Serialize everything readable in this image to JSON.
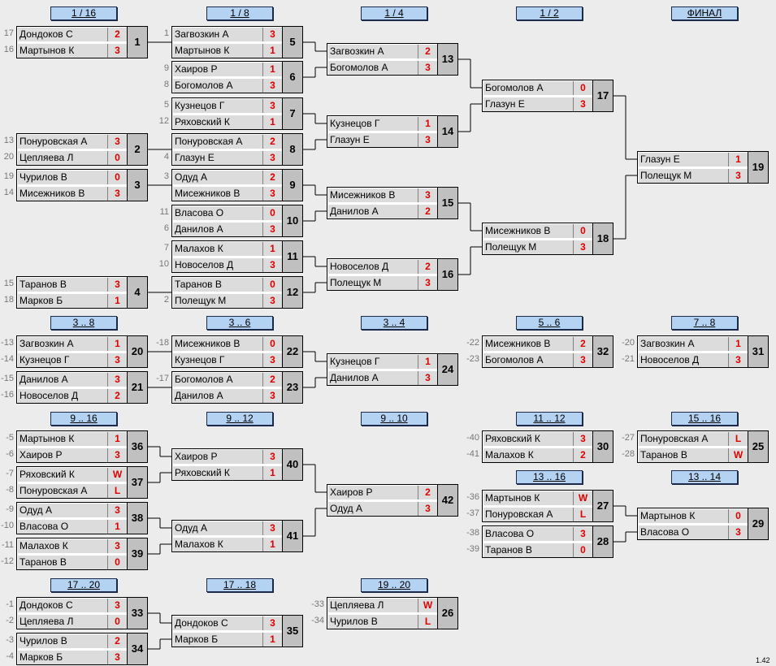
{
  "version": "1.42",
  "headers": [
    {
      "id": "h-1-16",
      "text": "1 / 16"
    },
    {
      "id": "h-1-8",
      "text": "1 / 8"
    },
    {
      "id": "h-1-4",
      "text": "1 / 4"
    },
    {
      "id": "h-1-2",
      "text": "1 / 2"
    },
    {
      "id": "h-final",
      "text": "ФИНАЛ"
    },
    {
      "id": "h-3-8",
      "text": "3 .. 8"
    },
    {
      "id": "h-3-6",
      "text": "3 .. 6"
    },
    {
      "id": "h-3-4",
      "text": "3 .. 4"
    },
    {
      "id": "h-5-6",
      "text": "5 .. 6"
    },
    {
      "id": "h-7-8",
      "text": "7 .. 8"
    },
    {
      "id": "h-9-16",
      "text": "9 .. 16"
    },
    {
      "id": "h-9-12",
      "text": "9 .. 12"
    },
    {
      "id": "h-9-10",
      "text": "9 .. 10"
    },
    {
      "id": "h-11-12",
      "text": "11 .. 12"
    },
    {
      "id": "h-15-16",
      "text": "15 .. 16"
    },
    {
      "id": "h-13-16",
      "text": "13 .. 16"
    },
    {
      "id": "h-13-14",
      "text": "13 .. 14"
    },
    {
      "id": "h-17-20",
      "text": "17 .. 20"
    },
    {
      "id": "h-17-18",
      "text": "17 .. 18"
    },
    {
      "id": "h-19-20",
      "text": "19 .. 20"
    }
  ],
  "matches": [
    {
      "no": "1",
      "p": [
        {
          "seed": "17",
          "name": "Дондоков С",
          "score": "2"
        },
        {
          "seed": "16",
          "name": "Мартынов К",
          "score": "3"
        }
      ]
    },
    {
      "no": "2",
      "p": [
        {
          "seed": "13",
          "name": "Понуровская А",
          "score": "3"
        },
        {
          "seed": "20",
          "name": "Цепляева Л",
          "score": "0"
        }
      ]
    },
    {
      "no": "3",
      "p": [
        {
          "seed": "19",
          "name": "Чурилов В",
          "score": "0"
        },
        {
          "seed": "14",
          "name": "Мисежников В",
          "score": "3"
        }
      ]
    },
    {
      "no": "4",
      "p": [
        {
          "seed": "15",
          "name": "Таранов В",
          "score": "3"
        },
        {
          "seed": "18",
          "name": "Марков Б",
          "score": "1"
        }
      ]
    },
    {
      "no": "5",
      "p": [
        {
          "seed": "1",
          "name": "Загвозкин А",
          "score": "3"
        },
        {
          "seed": "",
          "name": "Мартынов К",
          "score": "1"
        }
      ]
    },
    {
      "no": "6",
      "p": [
        {
          "seed": "9",
          "name": "Хаиров Р",
          "score": "1"
        },
        {
          "seed": "8",
          "name": "Богомолов А",
          "score": "3"
        }
      ]
    },
    {
      "no": "7",
      "p": [
        {
          "seed": "5",
          "name": "Кузнецов Г",
          "score": "3"
        },
        {
          "seed": "12",
          "name": "Ряховский К",
          "score": "1"
        }
      ]
    },
    {
      "no": "8",
      "p": [
        {
          "seed": "",
          "name": "Понуровская А",
          "score": "2"
        },
        {
          "seed": "4",
          "name": "Глазун Е",
          "score": "3"
        }
      ]
    },
    {
      "no": "9",
      "p": [
        {
          "seed": "3",
          "name": "Одуд А",
          "score": "2"
        },
        {
          "seed": "",
          "name": "Мисежников В",
          "score": "3"
        }
      ]
    },
    {
      "no": "10",
      "p": [
        {
          "seed": "11",
          "name": "Власова О",
          "score": "0"
        },
        {
          "seed": "6",
          "name": "Данилов А",
          "score": "3"
        }
      ]
    },
    {
      "no": "11",
      "p": [
        {
          "seed": "7",
          "name": "Малахов К",
          "score": "1"
        },
        {
          "seed": "10",
          "name": "Новоселов Д",
          "score": "3"
        }
      ]
    },
    {
      "no": "12",
      "p": [
        {
          "seed": "",
          "name": "Таранов В",
          "score": "0"
        },
        {
          "seed": "2",
          "name": "Полещук М",
          "score": "3"
        }
      ]
    },
    {
      "no": "13",
      "p": [
        {
          "seed": "",
          "name": "Загвозкин А",
          "score": "2"
        },
        {
          "seed": "",
          "name": "Богомолов А",
          "score": "3"
        }
      ]
    },
    {
      "no": "14",
      "p": [
        {
          "seed": "",
          "name": "Кузнецов Г",
          "score": "1"
        },
        {
          "seed": "",
          "name": "Глазун Е",
          "score": "3"
        }
      ]
    },
    {
      "no": "15",
      "p": [
        {
          "seed": "",
          "name": "Мисежников В",
          "score": "3"
        },
        {
          "seed": "",
          "name": "Данилов А",
          "score": "2"
        }
      ]
    },
    {
      "no": "16",
      "p": [
        {
          "seed": "",
          "name": "Новоселов Д",
          "score": "2"
        },
        {
          "seed": "",
          "name": "Полещук М",
          "score": "3"
        }
      ]
    },
    {
      "no": "17",
      "p": [
        {
          "seed": "",
          "name": "Богомолов А",
          "score": "0"
        },
        {
          "seed": "",
          "name": "Глазун Е",
          "score": "3"
        }
      ]
    },
    {
      "no": "18",
      "p": [
        {
          "seed": "",
          "name": "Мисежников В",
          "score": "0"
        },
        {
          "seed": "",
          "name": "Полещук М",
          "score": "3"
        }
      ]
    },
    {
      "no": "19",
      "p": [
        {
          "seed": "",
          "name": "Глазун Е",
          "score": "1"
        },
        {
          "seed": "",
          "name": "Полещук М",
          "score": "3"
        }
      ]
    },
    {
      "no": "20",
      "p": [
        {
          "seed": "-13",
          "name": "Загвозкин А",
          "score": "1"
        },
        {
          "seed": "-14",
          "name": "Кузнецов Г",
          "score": "3"
        }
      ]
    },
    {
      "no": "21",
      "p": [
        {
          "seed": "-15",
          "name": "Данилов А",
          "score": "3"
        },
        {
          "seed": "-16",
          "name": "Новоселов Д",
          "score": "2"
        }
      ]
    },
    {
      "no": "22",
      "p": [
        {
          "seed": "-18",
          "name": "Мисежников В",
          "score": "0"
        },
        {
          "seed": "",
          "name": "Кузнецов Г",
          "score": "3"
        }
      ]
    },
    {
      "no": "23",
      "p": [
        {
          "seed": "-17",
          "name": "Богомолов А",
          "score": "2"
        },
        {
          "seed": "",
          "name": "Данилов А",
          "score": "3"
        }
      ]
    },
    {
      "no": "24",
      "p": [
        {
          "seed": "",
          "name": "Кузнецов Г",
          "score": "1"
        },
        {
          "seed": "",
          "name": "Данилов А",
          "score": "3"
        }
      ]
    },
    {
      "no": "32",
      "p": [
        {
          "seed": "-22",
          "name": "Мисежников В",
          "score": "2"
        },
        {
          "seed": "-23",
          "name": "Богомолов А",
          "score": "3"
        }
      ]
    },
    {
      "no": "31",
      "p": [
        {
          "seed": "-20",
          "name": "Загвозкин А",
          "score": "1"
        },
        {
          "seed": "-21",
          "name": "Новоселов Д",
          "score": "3"
        }
      ]
    },
    {
      "no": "36",
      "p": [
        {
          "seed": "-5",
          "name": "Мартынов К",
          "score": "1"
        },
        {
          "seed": "-6",
          "name": "Хаиров Р",
          "score": "3"
        }
      ]
    },
    {
      "no": "37",
      "p": [
        {
          "seed": "-7",
          "name": "Ряховский К",
          "score": "W"
        },
        {
          "seed": "-8",
          "name": "Понуровская А",
          "score": "L"
        }
      ]
    },
    {
      "no": "38",
      "p": [
        {
          "seed": "-9",
          "name": "Одуд А",
          "score": "3"
        },
        {
          "seed": "-10",
          "name": "Власова О",
          "score": "1"
        }
      ]
    },
    {
      "no": "39",
      "p": [
        {
          "seed": "-11",
          "name": "Малахов К",
          "score": "3"
        },
        {
          "seed": "-12",
          "name": "Таранов В",
          "score": "0"
        }
      ]
    },
    {
      "no": "40",
      "p": [
        {
          "seed": "",
          "name": "Хаиров Р",
          "score": "3"
        },
        {
          "seed": "",
          "name": "Ряховский К",
          "score": "1"
        }
      ]
    },
    {
      "no": "41",
      "p": [
        {
          "seed": "",
          "name": "Одуд А",
          "score": "3"
        },
        {
          "seed": "",
          "name": "Малахов К",
          "score": "1"
        }
      ]
    },
    {
      "no": "42",
      "p": [
        {
          "seed": "",
          "name": "Хаиров Р",
          "score": "2"
        },
        {
          "seed": "",
          "name": "Одуд А",
          "score": "3"
        }
      ]
    },
    {
      "no": "30",
      "p": [
        {
          "seed": "-40",
          "name": "Ряховский К",
          "score": "3"
        },
        {
          "seed": "-41",
          "name": "Малахов К",
          "score": "2"
        }
      ]
    },
    {
      "no": "25",
      "p": [
        {
          "seed": "-27",
          "name": "Понуровская А",
          "score": "L"
        },
        {
          "seed": "-28",
          "name": "Таранов В",
          "score": "W"
        }
      ]
    },
    {
      "no": "27",
      "p": [
        {
          "seed": "-36",
          "name": "Мартынов К",
          "score": "W"
        },
        {
          "seed": "-37",
          "name": "Понуровская А",
          "score": "L"
        }
      ]
    },
    {
      "no": "28",
      "p": [
        {
          "seed": "-38",
          "name": "Власова О",
          "score": "3"
        },
        {
          "seed": "-39",
          "name": "Таранов В",
          "score": "0"
        }
      ]
    },
    {
      "no": "29",
      "p": [
        {
          "seed": "",
          "name": "Мартынов К",
          "score": "0"
        },
        {
          "seed": "",
          "name": "Власова О",
          "score": "3"
        }
      ]
    },
    {
      "no": "33",
      "p": [
        {
          "seed": "-1",
          "name": "Дондоков С",
          "score": "3"
        },
        {
          "seed": "-2",
          "name": "Цепляева Л",
          "score": "0"
        }
      ]
    },
    {
      "no": "34",
      "p": [
        {
          "seed": "-3",
          "name": "Чурилов В",
          "score": "2"
        },
        {
          "seed": "-4",
          "name": "Марков Б",
          "score": "3"
        }
      ]
    },
    {
      "no": "35",
      "p": [
        {
          "seed": "",
          "name": "Дондоков С",
          "score": "3"
        },
        {
          "seed": "",
          "name": "Марков Б",
          "score": "1"
        }
      ]
    },
    {
      "no": "26",
      "p": [
        {
          "seed": "-33",
          "name": "Цепляева Л",
          "score": "W"
        },
        {
          "seed": "-34",
          "name": "Чурилов В",
          "score": "L"
        }
      ]
    }
  ]
}
